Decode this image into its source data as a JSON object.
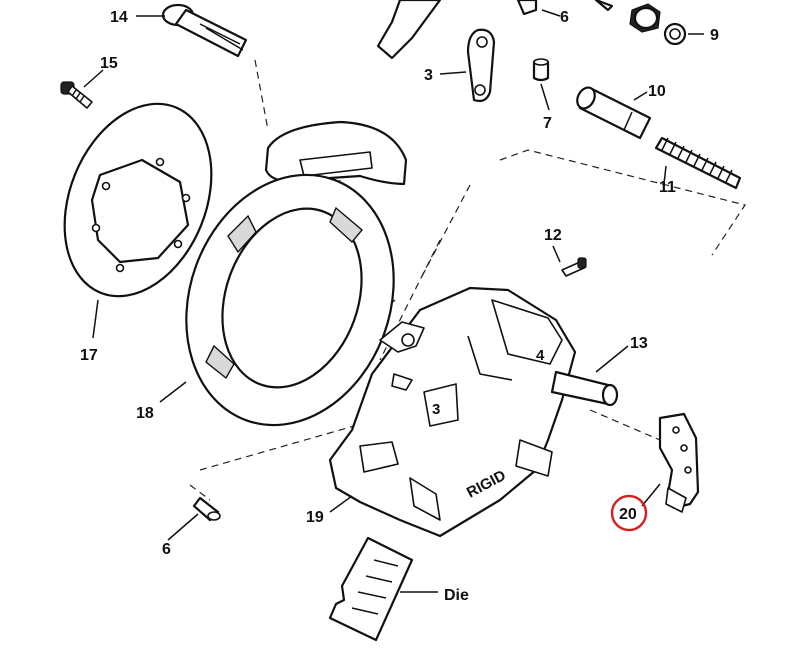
{
  "parts": [
    {
      "id": "14",
      "label": "14"
    },
    {
      "id": "15",
      "label": "15"
    },
    {
      "id": "3",
      "label": "3"
    },
    {
      "id": "6a",
      "label": "6"
    },
    {
      "id": "7",
      "label": "7"
    },
    {
      "id": "9",
      "label": "9"
    },
    {
      "id": "10",
      "label": "10"
    },
    {
      "id": "11",
      "label": "11"
    },
    {
      "id": "12",
      "label": "12"
    },
    {
      "id": "13",
      "label": "13"
    },
    {
      "id": "17",
      "label": "17"
    },
    {
      "id": "18",
      "label": "18"
    },
    {
      "id": "19",
      "label": "19"
    },
    {
      "id": "6b",
      "label": "6"
    },
    {
      "id": "20",
      "label": "20"
    },
    {
      "id": "die",
      "label": "Die"
    }
  ],
  "stamps": {
    "slot3": "3",
    "slot4": "4",
    "rigid": "RIGID"
  },
  "highlight": {
    "part": "20",
    "color": "#d62020"
  }
}
